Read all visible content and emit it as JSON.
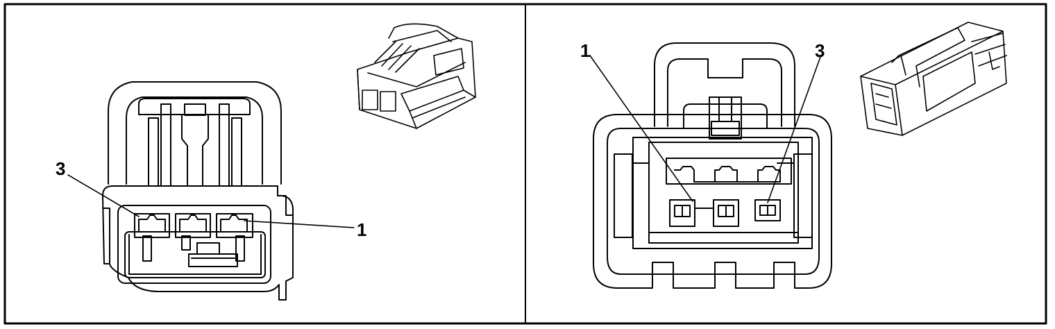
{
  "colors": {
    "line": "#000000",
    "background": "#ffffff"
  },
  "panels": [
    {
      "name": "female-connector-face",
      "callouts": {
        "pin_left": "3",
        "pin_right": "1"
      }
    },
    {
      "name": "male-connector-face",
      "callouts": {
        "pin_left": "1",
        "pin_right": "3"
      }
    }
  ],
  "icons": [
    "connector-3d-female-icon",
    "connector-3d-male-icon"
  ]
}
